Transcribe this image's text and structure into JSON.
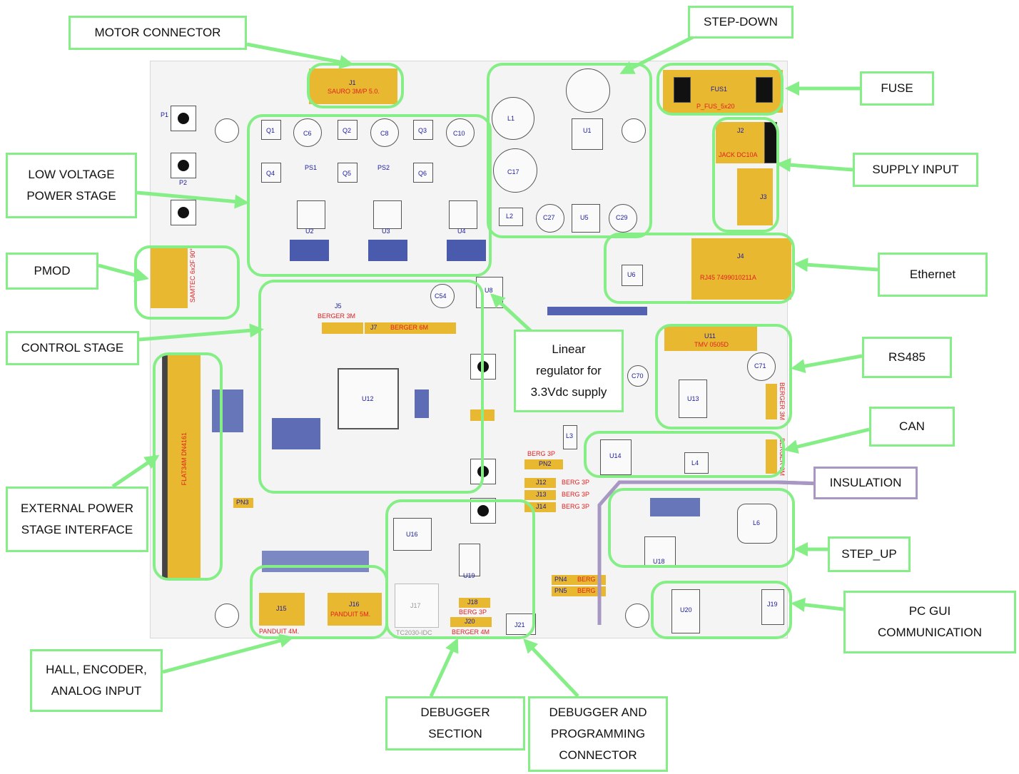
{
  "callouts": {
    "motor_connector": "MOTOR CONNECTOR",
    "step_down": "STEP-DOWN",
    "fuse": "FUSE",
    "low_voltage_power_stage": [
      "LOW VOLTAGE",
      "POWER STAGE"
    ],
    "supply_input": "SUPPLY INPUT",
    "pmod": "PMOD",
    "ethernet": "Ethernet",
    "control_stage": "CONTROL STAGE",
    "linear_regulator": [
      "Linear",
      "regulator for",
      "3.3Vdc supply"
    ],
    "rs485": "RS485",
    "can": "CAN",
    "insulation": "INSULATION",
    "external_power_stage_interface": [
      "EXTERNAL POWER",
      "STAGE INTERFACE"
    ],
    "step_up": "STEP_UP",
    "pc_gui_communication": [
      "PC GUI",
      "COMMUNICATION"
    ],
    "hall_encoder_analog_input": [
      "HALL, ENCODER,",
      "ANALOG INPUT"
    ],
    "debugger_section": [
      "DEBUGGER",
      "SECTION"
    ],
    "debugger_programming_connector": [
      "DEBUGGER AND",
      "PROGRAMMING",
      "CONNECTOR"
    ]
  },
  "board_labels": {
    "j1": "J1",
    "j1_part": "SAURO 3M/P 5.0.",
    "fus1": "FUS1",
    "fus1_part": "P_FUS_5x20",
    "j2": "J2",
    "j2_part": "JACK DC10A",
    "j3": "J3",
    "j4": "J4",
    "j4_part": "RJ45 7499010211A",
    "j5": "J5",
    "j5_part": "BERGER 3M",
    "j7": "J7",
    "j7_part": "BERGER 6M",
    "u11": "U11",
    "u11_part": "TMV 0505D",
    "j8_part": "BERGER 3M",
    "j10_part": "BERGER 3M",
    "j11_part": "FLAT34M DN4161",
    "j12": "J12",
    "j13": "J13",
    "j14": "J14",
    "berg3p": "BERG 3P",
    "pn2": "PN2",
    "pn3": "PN3",
    "pn4": "PN4",
    "pn5": "PN5",
    "berg": "BERG",
    "j15": "J15",
    "j15_part": "PANDUIT 4M.",
    "j16": "J16",
    "j16_part": "PANDUIT 5M.",
    "j17": "J17",
    "j17_part": "TC2030-IDC",
    "j18": "J18",
    "j18_part": "BERG 3P",
    "j20": "J20",
    "j20_part": "BERGER 4M",
    "j21": "J21",
    "j19": "J19",
    "pmod_part": "SAMTEC 6x2F 90°",
    "u1": "U1",
    "u2": "U2",
    "u3": "U3",
    "u4": "U4",
    "u5": "U5",
    "u6": "U6",
    "u8": "U8",
    "u12": "U12",
    "u13": "U13",
    "u14": "U14",
    "u16": "U16",
    "u18": "U18",
    "u19": "U19",
    "u20": "U20",
    "l1": "L1",
    "l2": "L2",
    "l3": "L3",
    "l4": "L4",
    "l6": "L6",
    "q1": "Q1",
    "q2": "Q2",
    "q3": "Q3",
    "q4": "Q4",
    "q5": "Q5",
    "q6": "Q6",
    "c6": "C6",
    "c8": "C8",
    "c10": "C10",
    "c17": "C17",
    "c27": "C27",
    "c29": "C29",
    "c54": "C54",
    "c70": "C70",
    "c71": "C71",
    "p1": "P1",
    "p2": "P2",
    "ps1": "PS1",
    "ps2": "PS2"
  }
}
